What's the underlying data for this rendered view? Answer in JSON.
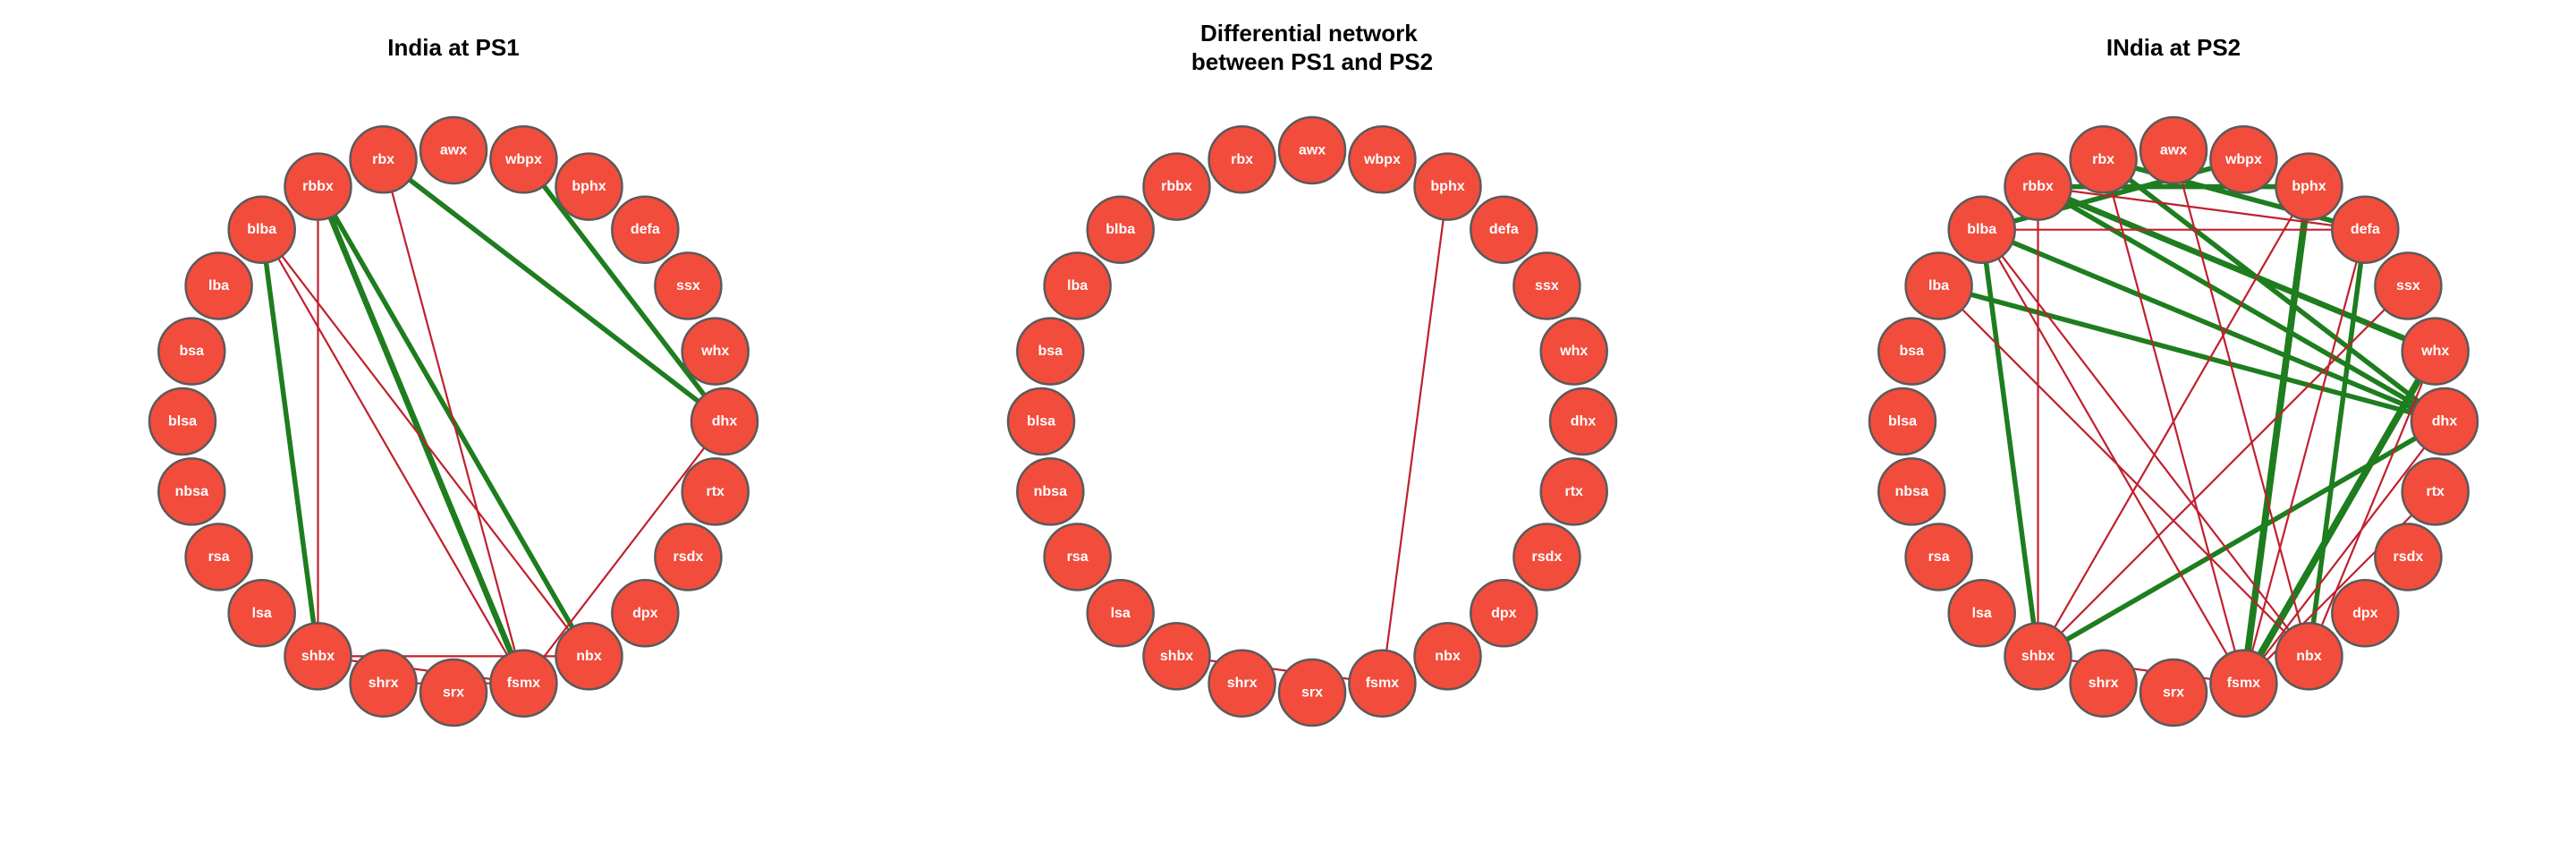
{
  "colors": {
    "node_fill": "#f24c3c",
    "node_stroke": "#5a5a5a",
    "positive_edge": "#1e7d1e",
    "negative_edge": "#c0202e"
  },
  "nodes": [
    "awx",
    "wbpx",
    "bphx",
    "defa",
    "ssx",
    "whx",
    "dhx",
    "rtx",
    "rsdx",
    "dpx",
    "nbx",
    "fsmx",
    "srx",
    "shrx",
    "shbx",
    "lsa",
    "rsa",
    "nbsa",
    "blsa",
    "bsa",
    "lba",
    "blba",
    "rbbx",
    "rbx"
  ],
  "panels": [
    {
      "title_lines": [
        "India at PS1"
      ],
      "edges": [
        {
          "from": "rbbx",
          "to": "fsmx",
          "color": "green",
          "weight": 3
        },
        {
          "from": "rbbx",
          "to": "nbx",
          "color": "green",
          "weight": 2.5
        },
        {
          "from": "rbx",
          "to": "dhx",
          "color": "green",
          "weight": 2.5
        },
        {
          "from": "wbpx",
          "to": "dhx",
          "color": "green",
          "weight": 2.5
        },
        {
          "from": "blba",
          "to": "shbx",
          "color": "green",
          "weight": 2.5
        },
        {
          "from": "rbbx",
          "to": "shbx",
          "color": "red",
          "weight": 1
        },
        {
          "from": "rbx",
          "to": "fsmx",
          "color": "red",
          "weight": 1
        },
        {
          "from": "blba",
          "to": "fsmx",
          "color": "red",
          "weight": 1
        },
        {
          "from": "blba",
          "to": "nbx",
          "color": "red",
          "weight": 1
        },
        {
          "from": "dhx",
          "to": "fsmx",
          "color": "red",
          "weight": 1
        },
        {
          "from": "shbx",
          "to": "fsmx",
          "color": "red",
          "weight": 1
        },
        {
          "from": "shbx",
          "to": "nbx",
          "color": "red",
          "weight": 1
        },
        {
          "from": "shrx",
          "to": "fsmx",
          "color": "red",
          "weight": 1
        }
      ]
    },
    {
      "title_lines": [
        "Differential network",
        "between PS1 and PS2"
      ],
      "edges": [
        {
          "from": "bphx",
          "to": "fsmx",
          "color": "red",
          "weight": 1
        },
        {
          "from": "shbx",
          "to": "fsmx",
          "color": "red",
          "weight": 1
        }
      ]
    },
    {
      "title_lines": [
        "INdia at PS2"
      ],
      "edges": [
        {
          "from": "rbbx",
          "to": "whx",
          "color": "green",
          "weight": 3
        },
        {
          "from": "rbbx",
          "to": "dhx",
          "color": "green",
          "weight": 2.5
        },
        {
          "from": "rbx",
          "to": "defa",
          "color": "green",
          "weight": 2.5
        },
        {
          "from": "rbx",
          "to": "dhx",
          "color": "green",
          "weight": 2.5
        },
        {
          "from": "wbpx",
          "to": "blba",
          "color": "green",
          "weight": 2.5
        },
        {
          "from": "rbbx",
          "to": "bphx",
          "color": "green",
          "weight": 2.5
        },
        {
          "from": "blba",
          "to": "dhx",
          "color": "green",
          "weight": 2.5
        },
        {
          "from": "lba",
          "to": "dhx",
          "color": "green",
          "weight": 2.5
        },
        {
          "from": "blba",
          "to": "shbx",
          "color": "green",
          "weight": 2.5
        },
        {
          "from": "bphx",
          "to": "fsmx",
          "color": "green",
          "weight": 3.5
        },
        {
          "from": "whx",
          "to": "fsmx",
          "color": "green",
          "weight": 3.5
        },
        {
          "from": "dhx",
          "to": "shbx",
          "color": "green",
          "weight": 2.5
        },
        {
          "from": "defa",
          "to": "nbx",
          "color": "green",
          "weight": 2.5
        },
        {
          "from": "rbbx",
          "to": "shbx",
          "color": "red",
          "weight": 1
        },
        {
          "from": "rbx",
          "to": "fsmx",
          "color": "red",
          "weight": 1
        },
        {
          "from": "blba",
          "to": "fsmx",
          "color": "red",
          "weight": 1
        },
        {
          "from": "blba",
          "to": "nbx",
          "color": "red",
          "weight": 1
        },
        {
          "from": "lba",
          "to": "nbx",
          "color": "red",
          "weight": 1
        },
        {
          "from": "blba",
          "to": "defa",
          "color": "red",
          "weight": 1
        },
        {
          "from": "rbbx",
          "to": "defa",
          "color": "red",
          "weight": 1
        },
        {
          "from": "awx",
          "to": "nbx",
          "color": "red",
          "weight": 1
        },
        {
          "from": "defa",
          "to": "fsmx",
          "color": "red",
          "weight": 1
        },
        {
          "from": "ssx",
          "to": "shbx",
          "color": "red",
          "weight": 1
        },
        {
          "from": "whx",
          "to": "nbx",
          "color": "red",
          "weight": 1
        },
        {
          "from": "dhx",
          "to": "fsmx",
          "color": "red",
          "weight": 1
        },
        {
          "from": "rtx",
          "to": "fsmx",
          "color": "red",
          "weight": 1
        },
        {
          "from": "shbx",
          "to": "fsmx",
          "color": "red",
          "weight": 1
        },
        {
          "from": "bphx",
          "to": "shbx",
          "color": "red",
          "weight": 1
        }
      ]
    }
  ]
}
